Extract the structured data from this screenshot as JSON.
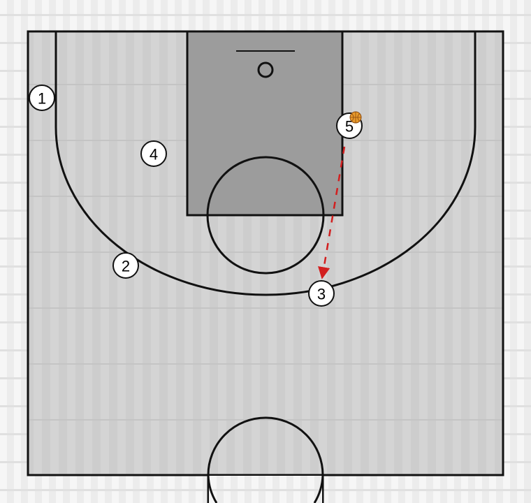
{
  "diagram": {
    "players": [
      {
        "label": "1"
      },
      {
        "label": "2"
      },
      {
        "label": "3"
      },
      {
        "label": "4"
      },
      {
        "label": "5"
      }
    ],
    "ball_holder": "5",
    "pass": {
      "from": "5",
      "to": "3"
    },
    "colors": {
      "court": "#c9c9c9",
      "paint": "#9a9a9a",
      "lines": "#111111",
      "pass_line": "#d21f1f",
      "ball": "#e89a2c"
    }
  }
}
